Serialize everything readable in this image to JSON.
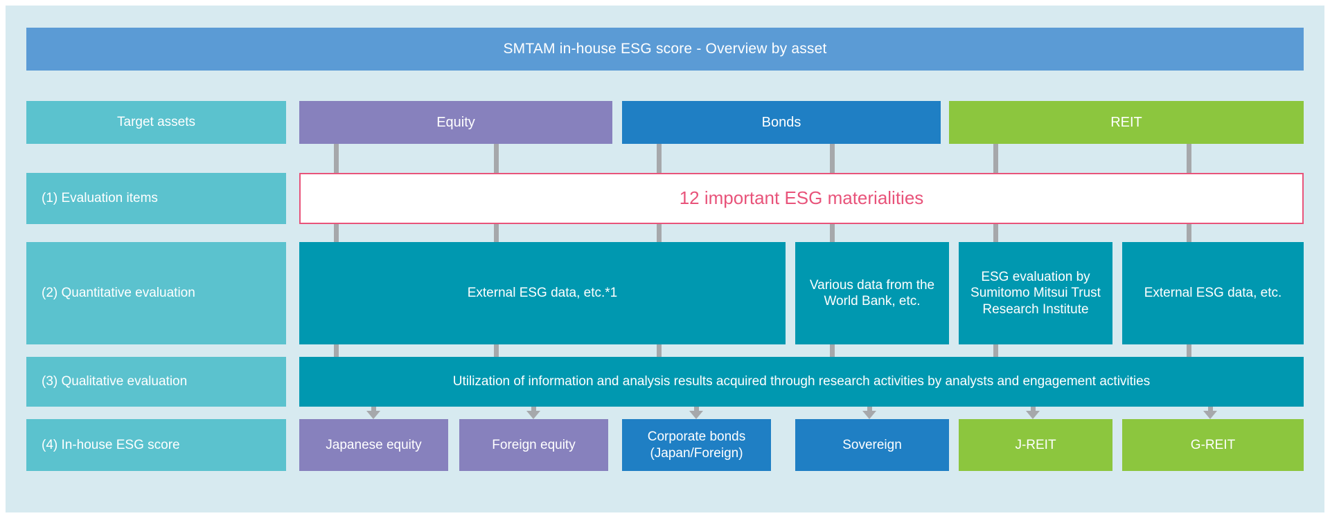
{
  "title": "SMTAM in-house ESG score - Overview by asset",
  "colors": {
    "page_background": "#d7eaf0",
    "title_bar": "#5b9bd5",
    "row_label": "#5bc2ce",
    "equity": "#8781bd",
    "bonds": "#1f7fc4",
    "reit": "#8cc63e",
    "evaluation_box": "#0098b0",
    "materiality_accent": "#e8537a",
    "connector": "#a6a8ab"
  },
  "row_labels": [
    "Target assets",
    "(1) Evaluation items",
    "(2) Quantitative evaluation",
    "(3) Qualitative evaluation",
    "(4) In-house ESG score"
  ],
  "assets": [
    {
      "label": "Equity"
    },
    {
      "label": "Bonds"
    },
    {
      "label": "REIT"
    }
  ],
  "evaluation_items": {
    "label": "12 important ESG materialities"
  },
  "quantitative": [
    {
      "label": "External ESG data, etc.*1"
    },
    {
      "label": "Various data from the World Bank, etc."
    },
    {
      "label": "ESG evaluation by Sumitomo Mitsui Trust Research Institute"
    },
    {
      "label": "External ESG data, etc."
    }
  ],
  "qualitative": {
    "label": "Utilization of information and analysis results acquired through research activities by analysts and engagement activities"
  },
  "scores": [
    {
      "label": "Japanese equity"
    },
    {
      "label": "Foreign equity"
    },
    {
      "label": "Corporate bonds (Japan/Foreign)"
    },
    {
      "label": "Sovereign"
    },
    {
      "label": "J-REIT"
    },
    {
      "label": "G-REIT"
    }
  ]
}
